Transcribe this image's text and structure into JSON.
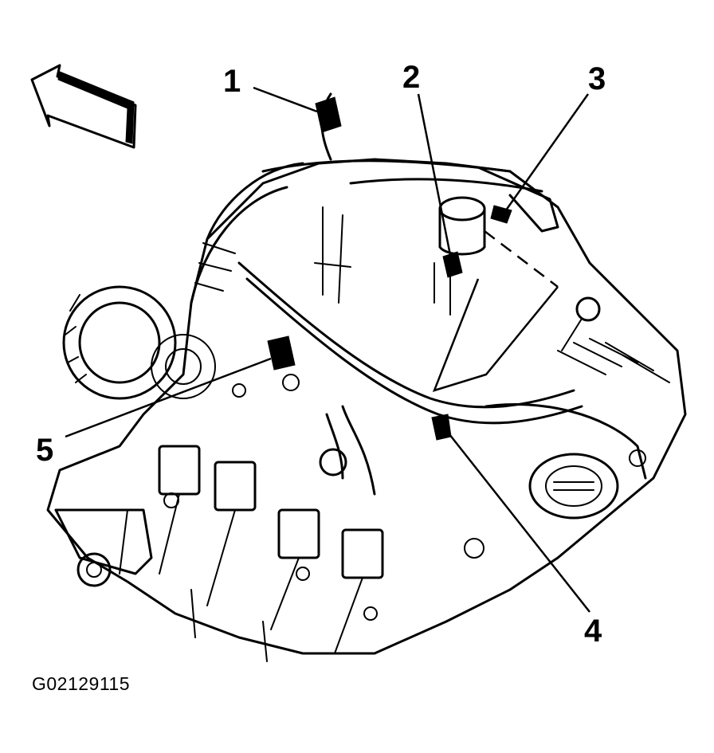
{
  "figure_id": "G02129115",
  "callouts": [
    {
      "label": "1",
      "part": "connector-1"
    },
    {
      "label": "2",
      "part": "connector-2"
    },
    {
      "label": "3",
      "part": "connector-3"
    },
    {
      "label": "4",
      "part": "connector-4"
    },
    {
      "label": "5",
      "part": "connector-5"
    }
  ],
  "icons": {
    "direction_arrow": "front-direction-arrow-icon",
    "engine": "engine-illustration"
  },
  "colors": {
    "ink": "#000000",
    "paper": "#ffffff"
  }
}
